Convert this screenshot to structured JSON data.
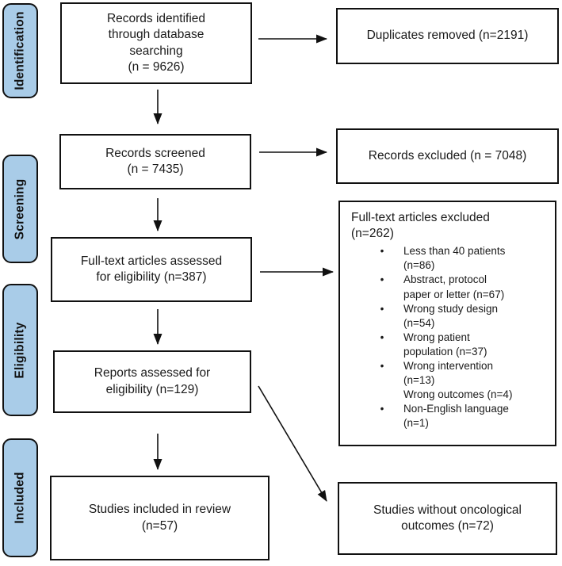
{
  "stages": [
    {
      "label": "Identification"
    },
    {
      "label": "Screening"
    },
    {
      "label": "Eligibility"
    },
    {
      "label": "Included"
    }
  ],
  "boxes": {
    "records_identified": {
      "text": "Records identified\nthrough database\nsearching\n(n = 9626)"
    },
    "duplicates_removed": {
      "text": "Duplicates removed (n=2191)"
    },
    "records_screened": {
      "text": "Records screened\n(n = 7435)"
    },
    "records_excluded": {
      "text": "Records excluded (n = 7048)"
    },
    "fulltext_assessed": {
      "text": "Full-text articles assessed\nfor eligibility (n=387)"
    },
    "fulltext_excluded": {
      "heading": "Full-text articles excluded\n(n=262)",
      "reasons": [
        {
          "bullet": true,
          "text": "Less than 40 patients\n(n=86)"
        },
        {
          "bullet": true,
          "text": "Abstract, protocol\npaper or letter (n=67)"
        },
        {
          "bullet": true,
          "text": "Wrong study design\n(n=54)"
        },
        {
          "bullet": true,
          "text": "Wrong patient\npopulation (n=37)"
        },
        {
          "bullet": true,
          "text": "Wrong intervention\n(n=13)"
        },
        {
          "bullet": false,
          "text": "Wrong outcomes (n=4)"
        },
        {
          "bullet": true,
          "text": "Non-English language\n(n=1)"
        }
      ]
    },
    "reports_assessed": {
      "text": "Reports assessed for\neligibility (n=129)"
    },
    "studies_included": {
      "text": "Studies included in review\n(n=57)"
    },
    "studies_without_oncological": {
      "text": "Studies without oncological\noutcomes (n=72)"
    }
  },
  "colors": {
    "stage_fill": "#a9cce8",
    "box_border": "#111111",
    "text": "#1a1a1a"
  }
}
